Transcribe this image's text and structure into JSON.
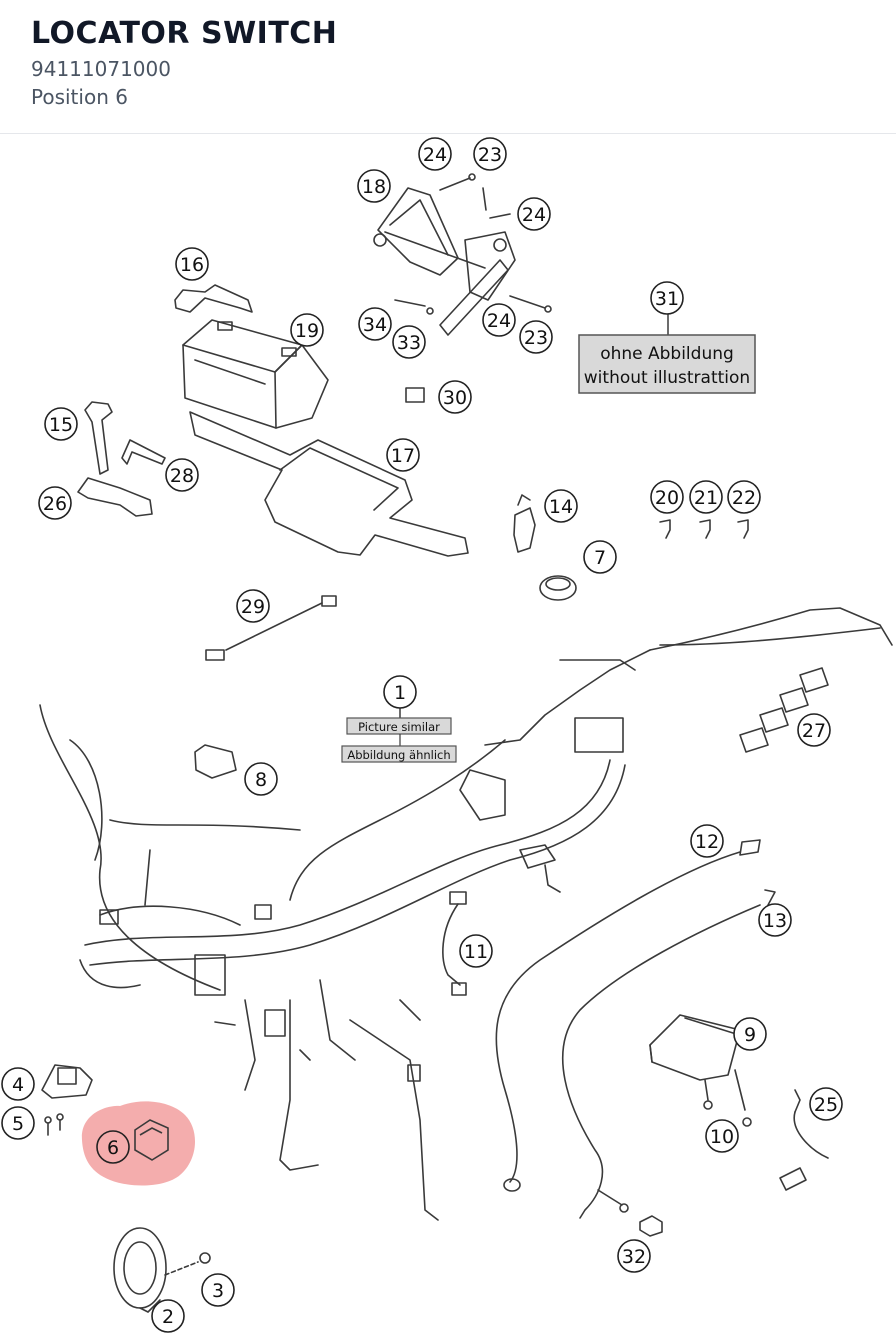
{
  "header": {
    "title": "LOCATOR SWITCH",
    "part_number": "94111071000",
    "position": "Position 6"
  },
  "diagram": {
    "highlight_color": "#f08a8a",
    "callouts": [
      "1",
      "2",
      "3",
      "4",
      "5",
      "6",
      "7",
      "8",
      "9",
      "10",
      "11",
      "12",
      "13",
      "14",
      "15",
      "16",
      "17",
      "18",
      "19",
      "20",
      "21",
      "22",
      "23",
      "23",
      "24",
      "24",
      "24",
      "25",
      "26",
      "27",
      "28",
      "29",
      "30",
      "31",
      "32",
      "33",
      "34"
    ],
    "notes": {
      "ohne_abbildung": "ohne Abbildung",
      "without_illustration": "without illustrattion",
      "picture_similar": "Picture similar",
      "abbildung_aehnlich": "Abbildung ähnlich"
    }
  }
}
